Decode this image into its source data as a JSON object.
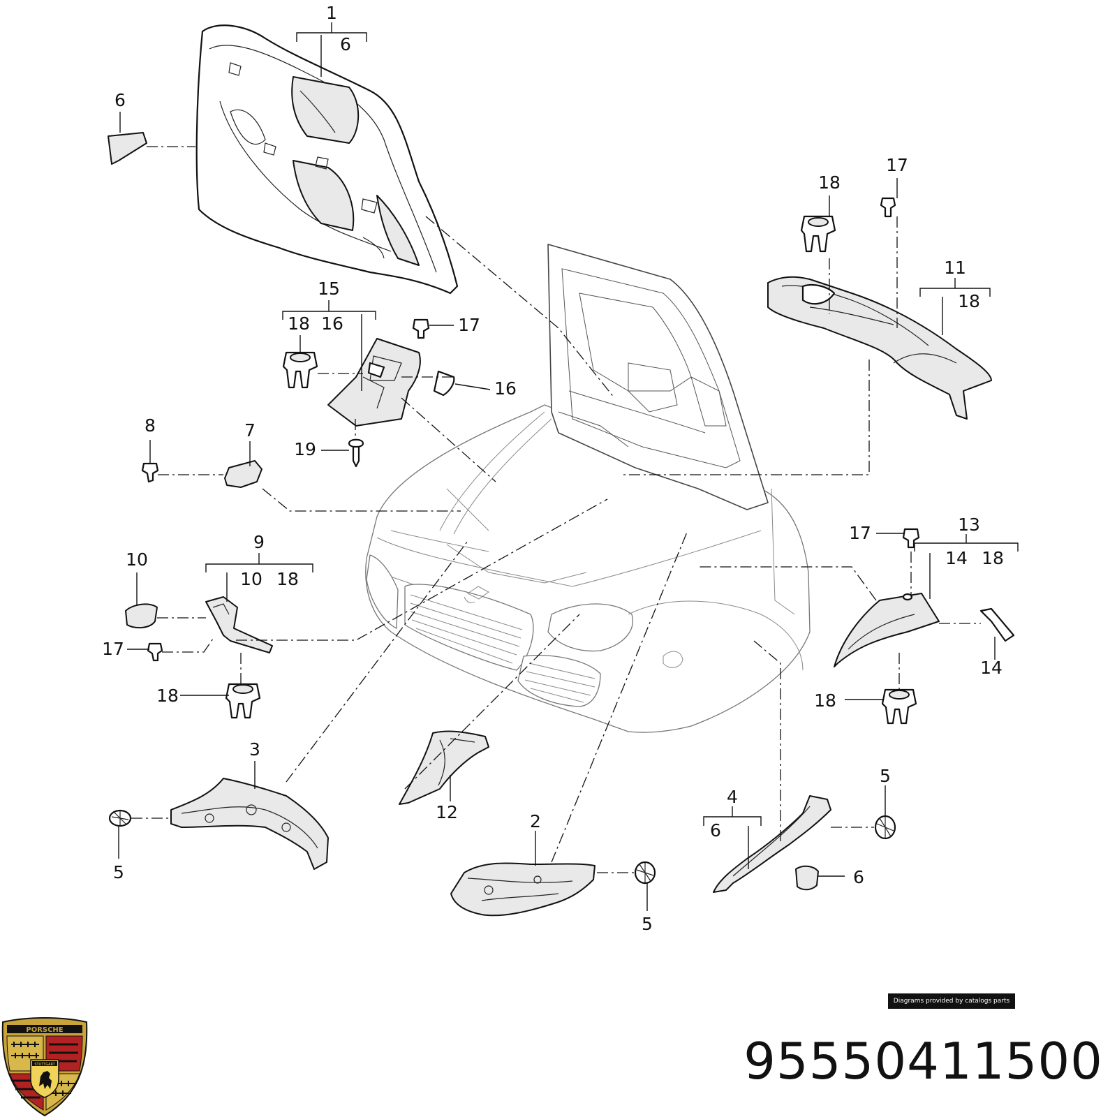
{
  "diagram": {
    "callouts": {
      "c1": "1",
      "c1_sub": "6",
      "c6_clip": "6",
      "c18_a": "18",
      "c17_a": "17",
      "c11": "11",
      "c11_sub": "18",
      "c15": "15",
      "c15_sub_a": "18",
      "c15_sub_b": "16",
      "c17_b": "17",
      "c16": "16",
      "c8": "8",
      "c7": "7",
      "c19": "19",
      "c10": "10",
      "c9": "9",
      "c9_sub_a": "10",
      "c9_sub_b": "18",
      "c17_c": "17",
      "c18_b": "18",
      "c17_d": "17",
      "c13": "13",
      "c13_sub_a": "14",
      "c13_sub_b": "18",
      "c14": "14",
      "c18_c": "18",
      "c3": "3",
      "c5_a": "5",
      "c12": "12",
      "c2": "2",
      "c5_b": "5",
      "c4": "4",
      "c4_sub": "6",
      "c5_c": "5",
      "c6_b": "6"
    }
  },
  "footer": {
    "credit": "Diagrams provided by catalogs parts",
    "part_number": "95550411500",
    "brand": "PORSCHE",
    "city": "STUTTGART"
  }
}
